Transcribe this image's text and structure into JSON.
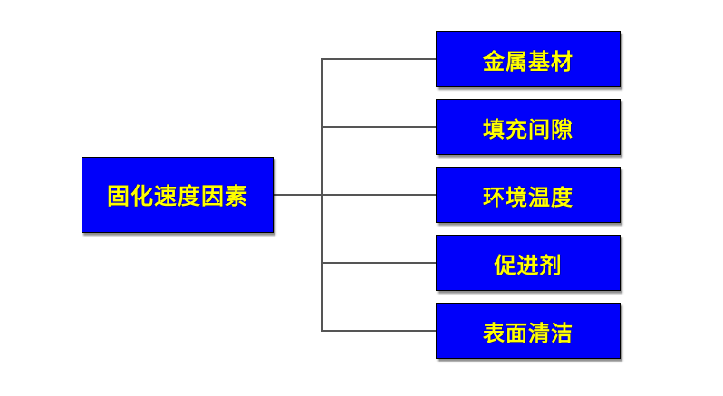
{
  "diagram": {
    "root": {
      "label": "固化速度因素"
    },
    "children": [
      {
        "label": "金属基材"
      },
      {
        "label": "填充间隙"
      },
      {
        "label": "环境温度"
      },
      {
        "label": "促进剂"
      },
      {
        "label": "表面清洁"
      }
    ],
    "colors": {
      "box_fill": "#0000FA",
      "box_text": "#FFFF00",
      "box_border": "#000000",
      "connector_line": "#555555",
      "background": "#FFFFFF"
    }
  }
}
